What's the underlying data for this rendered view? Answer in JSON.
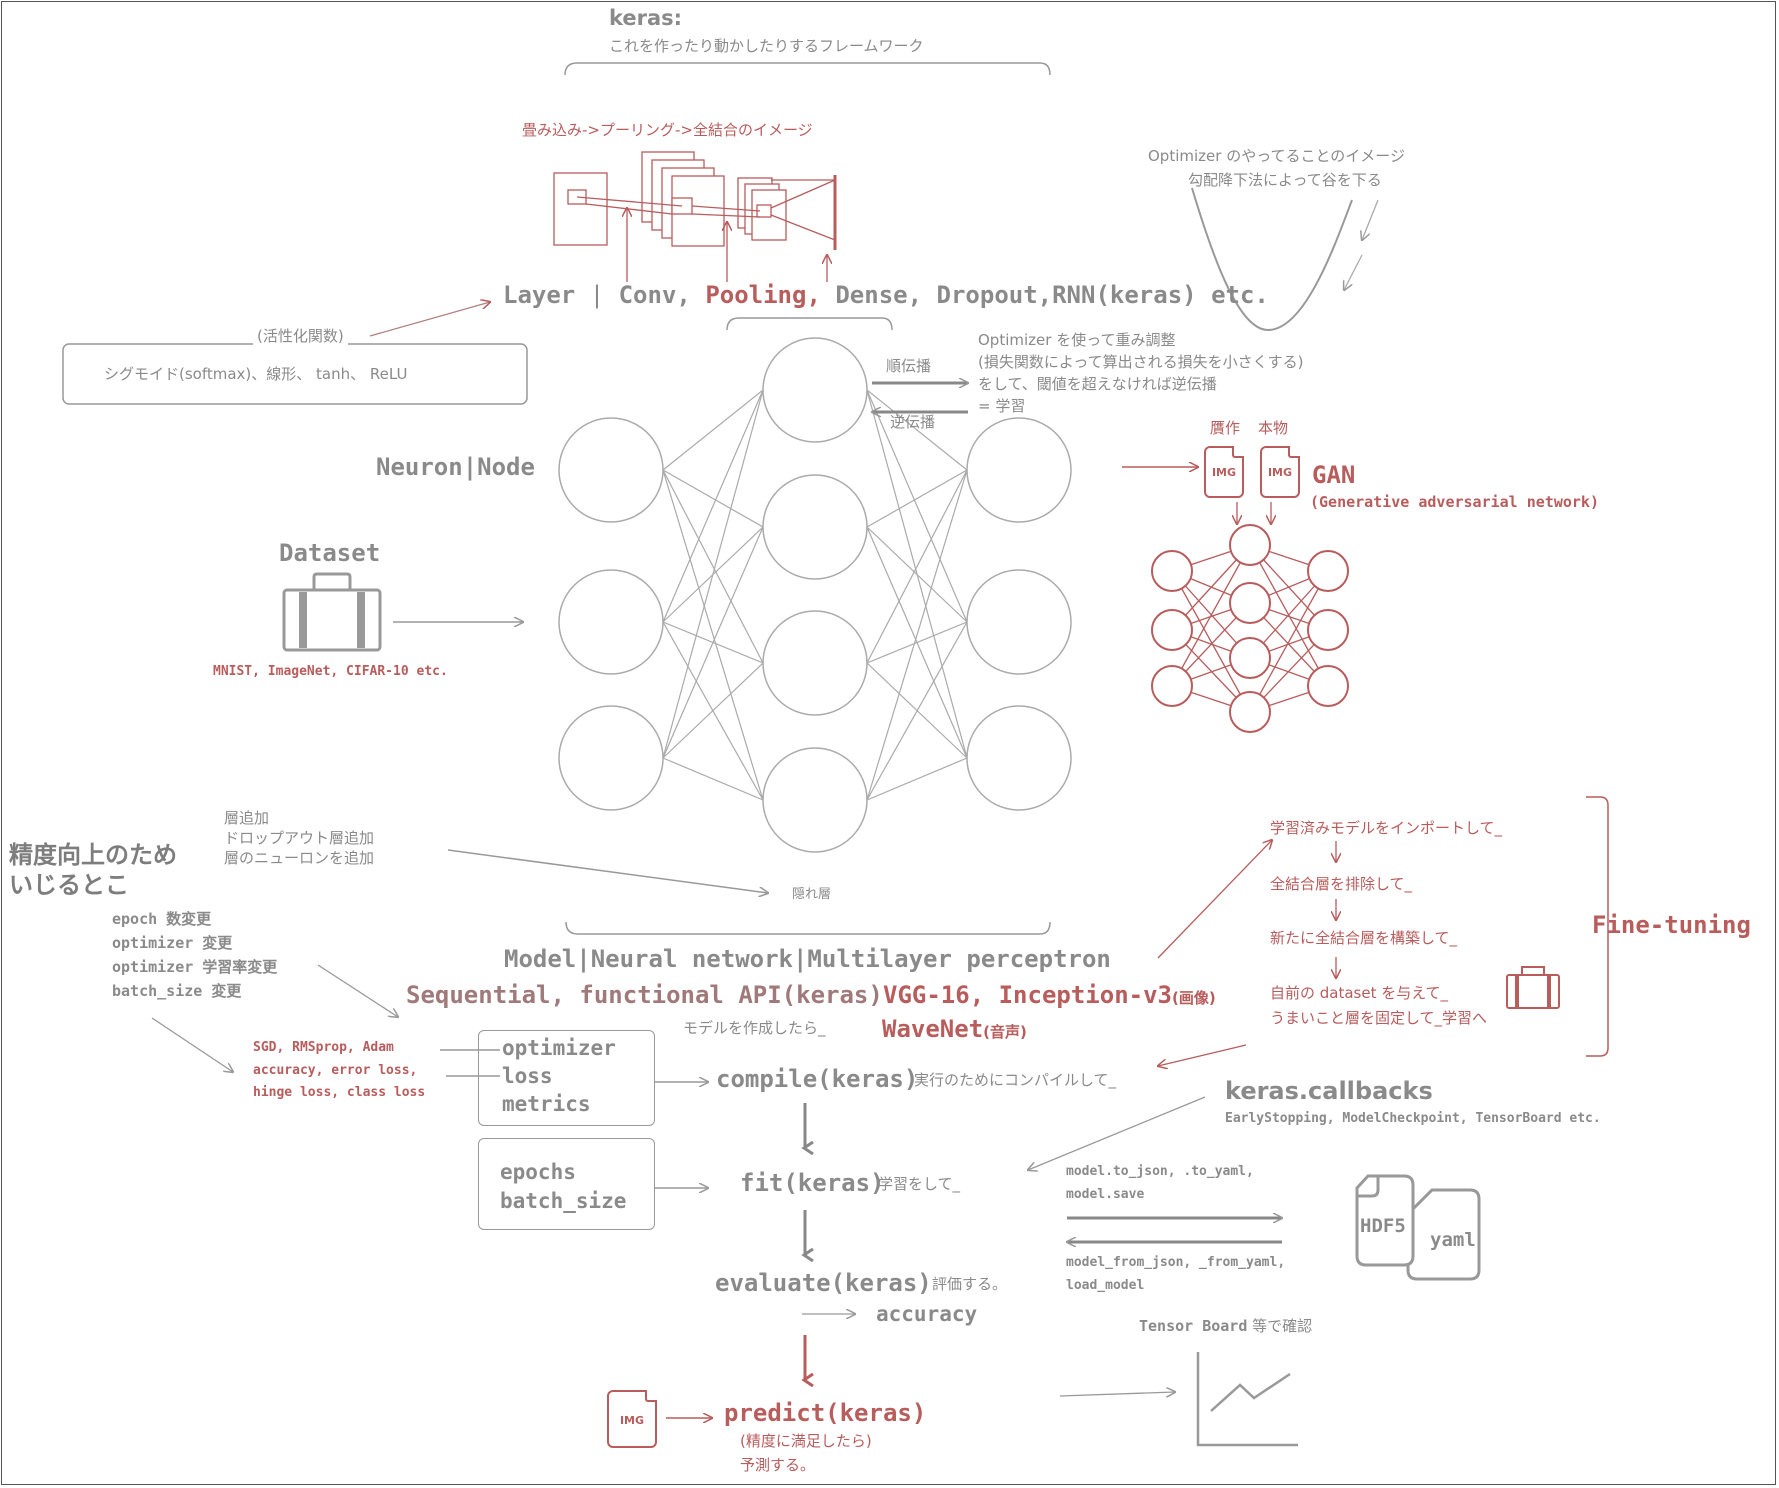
{
  "keras_header": {
    "title": "keras:",
    "subtitle": "これを作ったり動かしたりするフレームワーク"
  },
  "cnn_image": {
    "caption": "畳み込み->プーリング->全結合のイメージ"
  },
  "layer_line": {
    "prefix": "Layer",
    "conv": "Conv,",
    "pooling": "Pooling,",
    "dense": "Dense,",
    "dropout": "Dropout,",
    "rnn": "RNN(keras)",
    "etc": "etc."
  },
  "optimizer_image": {
    "line1": "Optimizer のやってることのイメージ",
    "line2": "勾配降下法によって谷を下る"
  },
  "activation": {
    "title": "(活性化関数)",
    "items": "シグモイド(softmax)、線形、 tanh、 ReLU"
  },
  "training_notes": {
    "forward": "順伝播",
    "backward": "逆伝播",
    "line1": "Optimizer を使って重み調整",
    "line2": "(損失関数によって算出される損失を小さくする)",
    "line3": "をして、閾値を超えなければ逆伝播",
    "line4": "= 学習"
  },
  "neuron_label": "Neuron|Node",
  "hidden_label": "隠れ層",
  "dataset": {
    "title": "Dataset",
    "examples": "MNIST, ImageNet, CIFAR-10 etc."
  },
  "gan": {
    "fake": "贋作",
    "real": "本物",
    "img": "IMG",
    "title": "GAN",
    "full": "(Generative adversarial network)"
  },
  "accuracy_tips": {
    "heading1": "精度向上のため",
    "heading2": "いじるとこ",
    "layer1": "層追加",
    "layer2": "ドロップアウト層追加",
    "layer3": "層のニューロンを追加",
    "p1": "epoch 数変更",
    "p2": "optimizer 変更",
    "p3": "optimizer 学習率変更",
    "p4": "batch_size 変更"
  },
  "fine_tuning": {
    "title": "Fine-tuning",
    "s1": "学習済みモデルをインポートして_",
    "s2": "全結合層を排除して_",
    "s3": "新たに全結合層を構築して_",
    "s4": "自前の dataset を与えて_",
    "s5": "うまいこと層を固定して_学習へ"
  },
  "model_line": "Model|Neural network|Multilayer perceptron",
  "sequential": {
    "text": "Sequential, functional API(keras)",
    "sub": "モデルを作成したら_"
  },
  "pretrained": {
    "vgg": "VGG-16, Inception-v3",
    "image": "(画像)",
    "wavenet": "WaveNet",
    "audio": "(音声)"
  },
  "compile_params": {
    "opt_examples": "SGD, RMSprop, Adam",
    "loss_examples1": "accuracy, error loss,",
    "loss_examples2": "hinge loss, class loss",
    "optimizer": "optimizer",
    "loss": "loss",
    "metrics": "metrics"
  },
  "compile": {
    "fn": "compile(keras)",
    "desc": "実行のためにコンパイルして_"
  },
  "fit_params": {
    "epochs": "epochs",
    "batch_size": "batch_size"
  },
  "fit": {
    "fn": "fit(keras)",
    "desc": "学習をして_"
  },
  "evaluate": {
    "fn": "evaluate(keras)",
    "desc": "評価する。",
    "accuracy": "accuracy"
  },
  "predict": {
    "fn": "predict(keras)",
    "desc1": "(精度に満足したら)",
    "desc2": "予測する。",
    "img": "IMG"
  },
  "callbacks": {
    "title": "keras.callbacks",
    "items": "EarlyStopping, ModelCheckpoint, TensorBoard etc."
  },
  "serialize": {
    "save1": "model.to_json, .to_yaml,",
    "save2": "model.save",
    "load1": "model_from_json, _from_yaml,",
    "load2": "load_model",
    "hdf5": "HDF5",
    "yaml": "yaml"
  },
  "tensorboard": {
    "label": "Tensor Board",
    "desc": "等で確認"
  },
  "colors": {
    "red": "#b85c5c",
    "gray": "#8a8a8a"
  }
}
